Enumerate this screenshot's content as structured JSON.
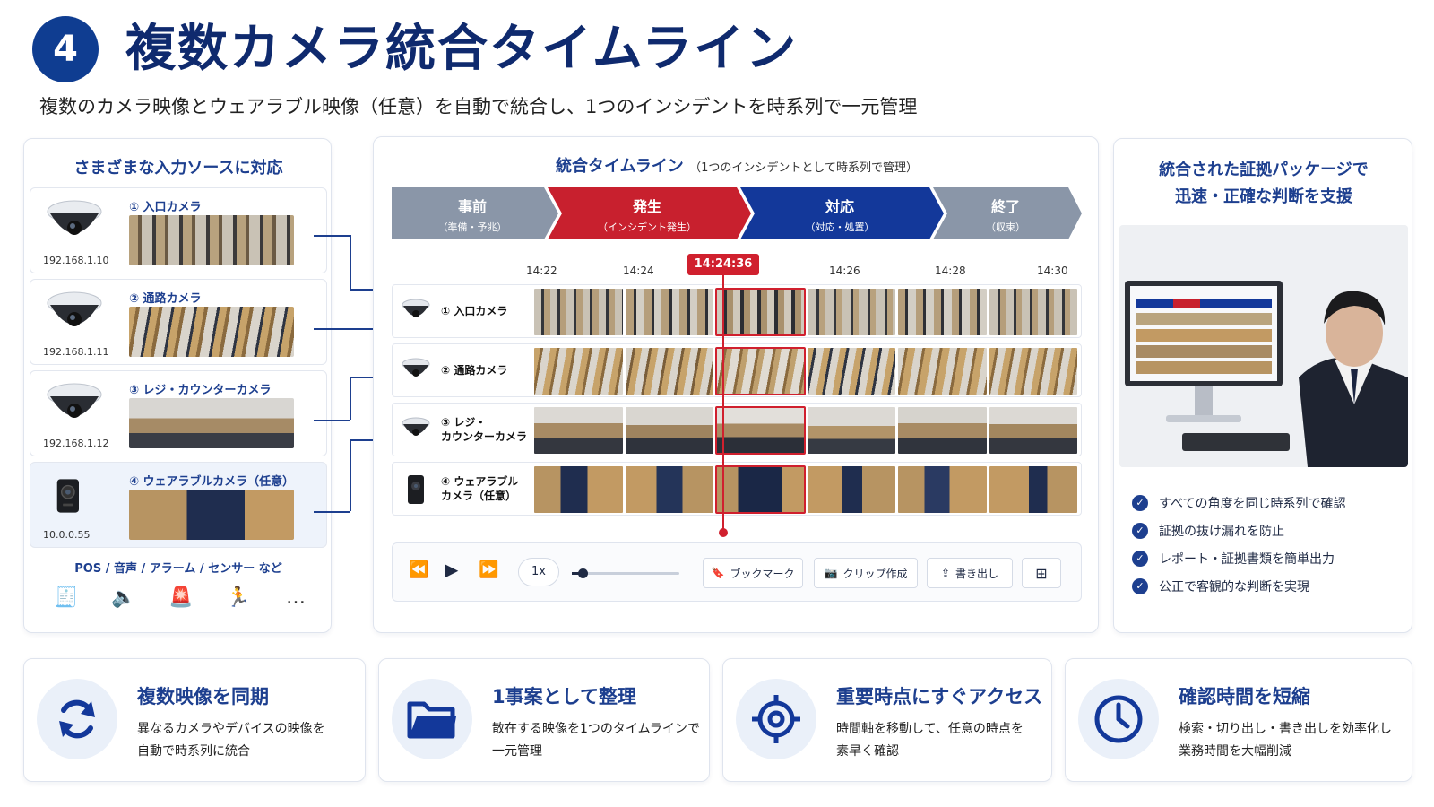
{
  "header": {
    "number": "4",
    "title": "複数カメラ統合タイムライン",
    "subtitle": "複数のカメラ映像とウェアラブル映像（任意）を自動で統合し、1つのインシデントを時系列で一元管理"
  },
  "sources": {
    "title": "さまざまな入力ソースに対応",
    "items": [
      {
        "label": "① 入口カメラ",
        "ip": "192.168.1.10"
      },
      {
        "label": "② 通路カメラ",
        "ip": "192.168.1.11"
      },
      {
        "label": "③ レジ・カウンターカメラ",
        "ip": "192.168.1.12"
      },
      {
        "label": "④ ウェアラブルカメラ（任意）",
        "ip": "10.0.0.55"
      }
    ],
    "other_inputs": "POS / 音声 / アラーム / センサー など",
    "other_icons": [
      "receipt-icon",
      "speaker-icon",
      "alarm-icon",
      "motion-sensor-icon",
      "more-icon"
    ]
  },
  "timeline": {
    "title": "統合タイムライン",
    "title_note": "（1つのインシデントとして時系列で管理）",
    "phases": [
      {
        "name": "事前",
        "sub": "（準備・予兆）",
        "color": "#8a96a8"
      },
      {
        "name": "発生",
        "sub": "（インシデント発生）",
        "color": "#c8202e"
      },
      {
        "name": "対応",
        "sub": "（対応・処置）",
        "color": "#13389a"
      },
      {
        "name": "終了",
        "sub": "（収束）",
        "color": "#8a96a8"
      }
    ],
    "times": [
      "14:22",
      "14:24",
      "14:26",
      "14:28",
      "14:30"
    ],
    "current_time": "14:24:36",
    "rows": [
      {
        "label": "① 入口カメラ"
      },
      {
        "label": "② 通路カメラ"
      },
      {
        "label": "③ レジ・\nカウンターカメラ"
      },
      {
        "label": "④ ウェアラブル\nカメラ（任意）"
      }
    ],
    "controls": {
      "speed": "1x",
      "bookmark": "ブックマーク",
      "clip": "クリップ作成",
      "export": "書き出し",
      "playback_progress": 0.1
    }
  },
  "evidence": {
    "title_line1": "統合された証拠パッケージで",
    "title_line2": "迅速・正確な判断を支援",
    "checks": [
      "すべての角度を同じ時系列で確認",
      "証拠の抜け漏れを防止",
      "レポート・証拠書類を簡単出力",
      "公正で客観的な判断を実現"
    ]
  },
  "features": [
    {
      "title": "複数映像を同期",
      "desc1": "異なるカメラやデバイスの映像を",
      "desc2": "自動で時系列に統合",
      "icon": "sync-icon"
    },
    {
      "title": "1事案として整理",
      "desc1": "散在する映像を1つのタイムラインで",
      "desc2": "一元管理",
      "icon": "folder-icon"
    },
    {
      "title": "重要時点にすぐアクセス",
      "desc1": "時間軸を移動して、任意の時点を",
      "desc2": "素早く確認",
      "icon": "target-icon"
    },
    {
      "title": "確認時間を短縮",
      "desc1": "検索・切り出し・書き出しを効率化し",
      "desc2": "業務時間を大幅削減",
      "icon": "clock-icon"
    }
  ],
  "colors": {
    "brand": "#1d3f8f",
    "accent_red": "#d0202e",
    "dark_navy": "#0f2a6e"
  }
}
